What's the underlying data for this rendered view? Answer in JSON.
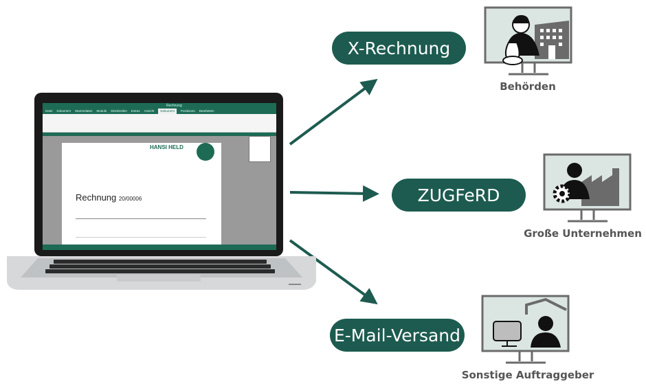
{
  "targets": [
    {
      "channel": "X-Rechnung",
      "recipient": "Behörden",
      "icon": "official-stamp-building-icon"
    },
    {
      "channel": "ZUGFeRD",
      "recipient": "Große Unternehmen",
      "icon": "person-factory-gear-icon"
    },
    {
      "channel": "E-Mail-Versand",
      "recipient": "Sonstige Auftraggeber",
      "icon": "person-home-computer-icon"
    }
  ],
  "laptop_screen": {
    "menu": [
      "Datei",
      "Dokument",
      "Stammdaten",
      "Module",
      "Direktzeilen",
      "Extras",
      "Ansicht",
      "Dokument",
      "Positionen",
      "Bearbeiten"
    ],
    "context_tab": "Rechnung",
    "company": "HANSI HELD",
    "doc_heading": "Rechnung",
    "doc_number": "20/00006"
  },
  "colors": {
    "accent": "#1d5b50",
    "icon_gray": "#6b6b6b",
    "screen_bg": "#dbe6e3"
  }
}
